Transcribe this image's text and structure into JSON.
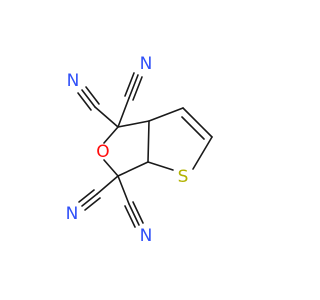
{
  "molecule": {
    "atoms": {
      "oxygen": "O",
      "sulfur": "S",
      "nitrogen_top_left": "N",
      "nitrogen_top_right": "N",
      "nitrogen_bottom_left": "N",
      "nitrogen_bottom_right": "N"
    }
  },
  "colors": {
    "carbon_bond": "#1a1a1a",
    "oxygen": "#ff0d0d",
    "sulfur": "#b2b200",
    "nitrogen": "#3050f8"
  }
}
